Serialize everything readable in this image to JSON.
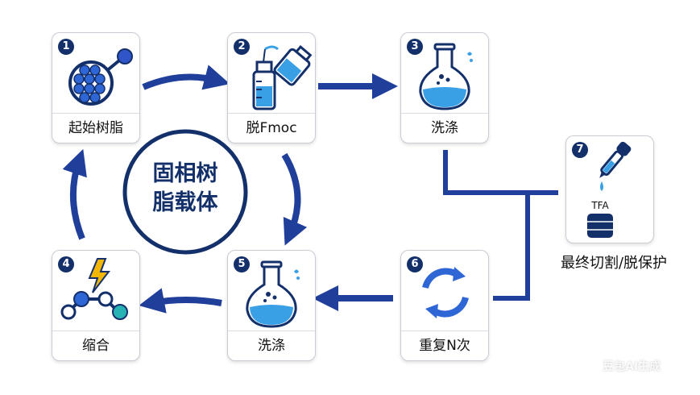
{
  "steps": [
    {
      "number": "1",
      "label": "起始树脂"
    },
    {
      "number": "2",
      "label": "脱Fmoc"
    },
    {
      "number": "3",
      "label": "洗涤"
    },
    {
      "number": "4",
      "label": "缩合"
    },
    {
      "number": "5",
      "label": "洗涤"
    },
    {
      "number": "6",
      "label": "重复N次"
    },
    {
      "number": "7",
      "label": "最终切割/脱保护"
    }
  ],
  "center": {
    "line1": "固相树",
    "line2": "脂载体"
  },
  "tfa_label": "TFA",
  "watermark": "豆包AI生成",
  "colors": {
    "navy": "#14306b",
    "arrow_blue": "#1f3f9a",
    "liquid_blue": "#3aa0e6",
    "lightning": "#f2b705",
    "teal_atom": "#27b3b3"
  }
}
